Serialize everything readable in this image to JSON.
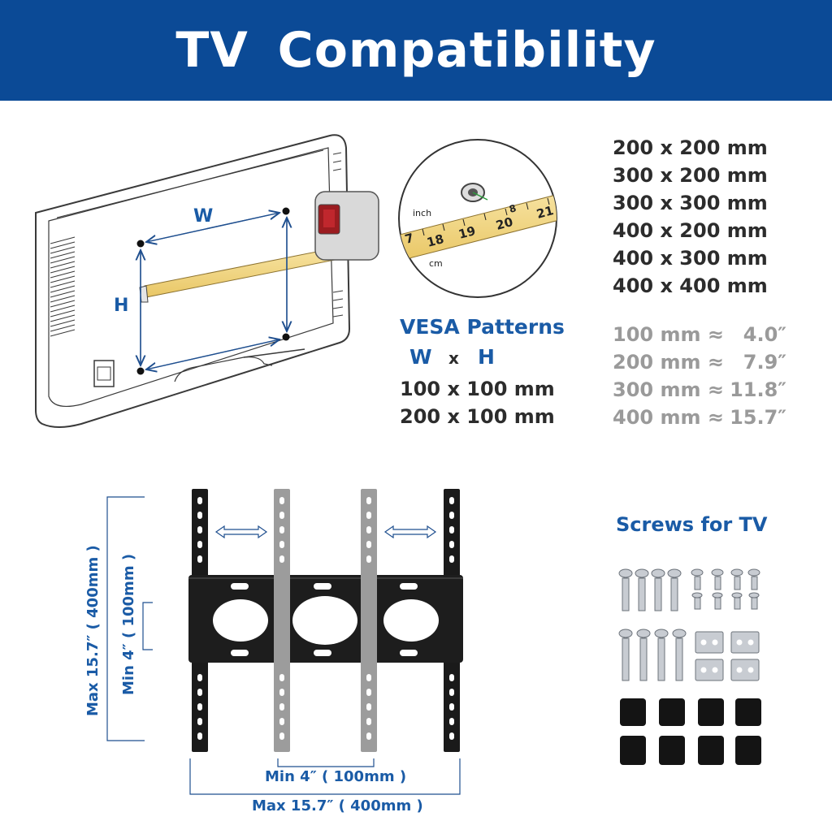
{
  "title": "TV  Compatibility",
  "vesa_heading": "VESA Patterns",
  "vesa_wh": {
    "w": "W",
    "x": "x",
    "h": "H"
  },
  "vesa_patterns": [
    "200 x 200 mm",
    "300 x 200 mm",
    "300 x 300 mm",
    "400 x 200 mm",
    "400 x 300 mm",
    "400 x 400 mm",
    "100 x 100 mm",
    "200 x 100 mm"
  ],
  "conversions": [
    {
      "mm": "100 mm ≈",
      "inch": "4.0″"
    },
    {
      "mm": "200 mm ≈",
      "inch": "7.9″"
    },
    {
      "mm": "300 mm ≈",
      "inch": "11.8″"
    },
    {
      "mm": "400 mm ≈",
      "inch": "15.7″"
    }
  ],
  "tv_diagram": {
    "w_label": "W",
    "h_label": "H"
  },
  "tape_inset": {
    "inch": "inch",
    "cm": "cm",
    "scale": [
      "7",
      "18",
      "19",
      "20",
      "8",
      "21"
    ]
  },
  "bracket": {
    "max_vertical": "Max  15.7″ ( 400mm )",
    "min_vertical": "Min  4″ ( 100mm )",
    "min_horizontal": "Min  4″ ( 100mm )",
    "max_horizontal": "Max  15.7″ ( 400mm )"
  },
  "screws_heading": "Screws for TV",
  "colors": {
    "brand_blue": "#0b4a96",
    "label_blue": "#1a5ba6",
    "text_dark": "#2c2c2c",
    "text_gray": "#9a9a9a"
  }
}
